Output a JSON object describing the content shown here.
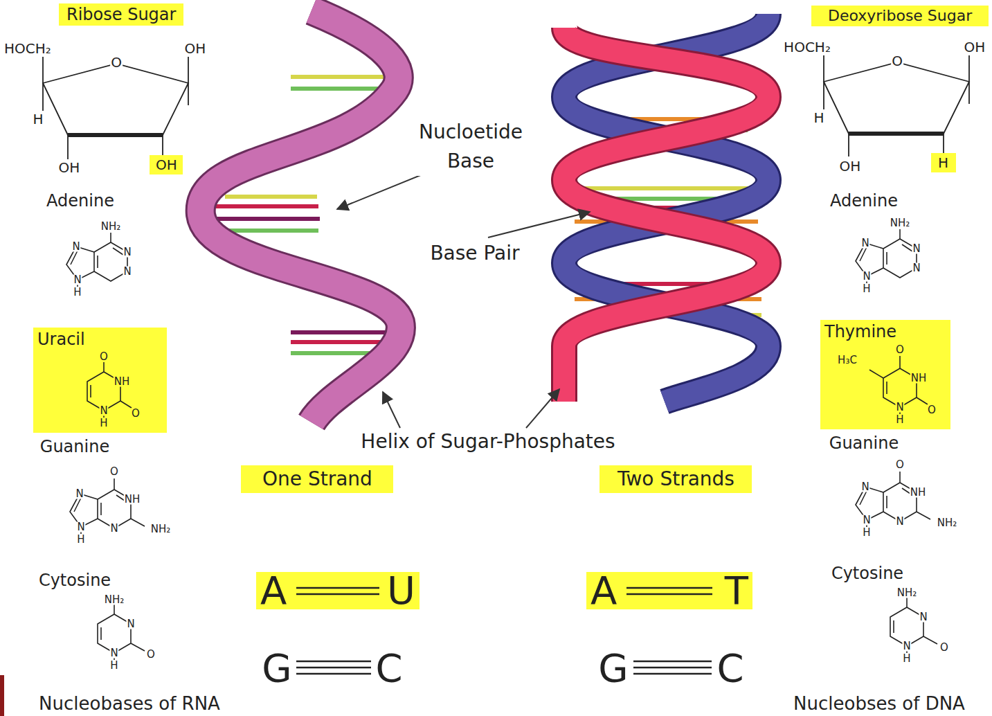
{
  "diagram": {
    "nodes": [
      {
        "text": [
          "Ribose Sugar"
        ]
      },
      {
        "text": [
          "Deoxyribose Sugar"
        ]
      },
      {
        "text": [
          "OH"
        ]
      },
      {
        "text": [
          "H"
        ]
      },
      {
        "text": [
          "Uracil"
        ]
      },
      {
        "text": [
          "Thymine"
        ]
      },
      {
        "text": [
          "One Strand"
        ]
      },
      {
        "text": [
          "Two Strands"
        ]
      },
      {
        "text": [
          "A",
          "U"
        ]
      },
      {
        "text": [
          "A",
          "T"
        ]
      }
    ],
    "labels": [
      "HOCH₂",
      "O",
      "OH",
      "H",
      "OH",
      "Adenine",
      "NH₂",
      "N",
      "N",
      "N",
      "N",
      "H",
      "O",
      "NH",
      "O",
      "N",
      "H",
      "Guanine",
      "O",
      "NH",
      "NH₂",
      "N",
      "N",
      "N",
      "H",
      "Cytosine",
      "NH₂",
      "N",
      "O",
      "N",
      "H",
      "Nucleobases of RNA",
      "Nucloetide Base",
      "Base Pair",
      "Helix of Sugar-Phosphates",
      "G",
      "C",
      "G",
      "C",
      "HOCH₂",
      "O",
      "OH",
      "H",
      "OH",
      "Adenine",
      "NH₂",
      "N",
      "N",
      "N",
      "N",
      "H",
      "H₃C",
      "O",
      "NH",
      "O",
      "N",
      "H",
      "Guanine",
      "O",
      "NH",
      "NH₂",
      "N",
      "N",
      "N",
      "H",
      "Cytosine",
      "NH₂",
      "N",
      "O",
      "N",
      "H",
      "Nucleobses of DNA"
    ]
  }
}
